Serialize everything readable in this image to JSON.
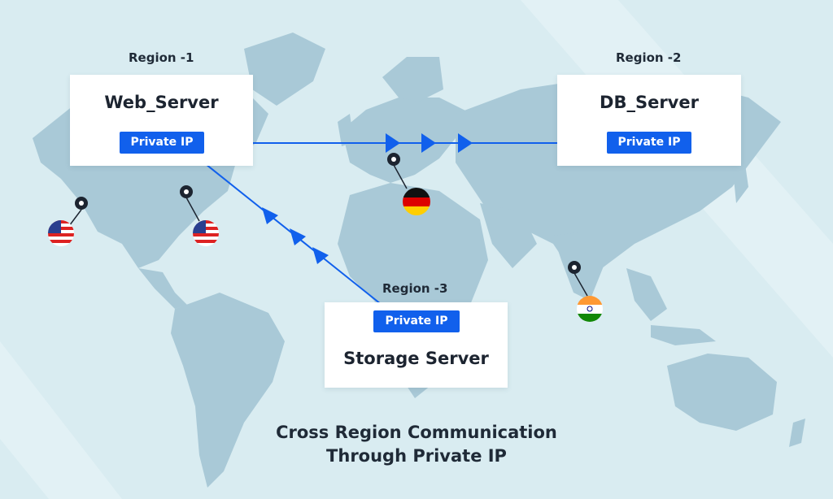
{
  "regions": {
    "region1": {
      "label": "Region -1",
      "server": "Web_Server",
      "ip_label": "Private IP"
    },
    "region2": {
      "label": "Region -2",
      "server": "DB_Server",
      "ip_label": "Private IP"
    },
    "region3": {
      "label": "Region -3",
      "server": "Storage Server",
      "ip_label": "Private IP"
    }
  },
  "caption": {
    "line1": "Cross Region Communication",
    "line2": "Through Private IP"
  },
  "markers": [
    {
      "flag": "usa-flag-icon"
    },
    {
      "flag": "usa-flag-icon"
    },
    {
      "flag": "germany-flag-icon"
    },
    {
      "flag": "india-flag-icon"
    }
  ],
  "colors": {
    "background": "#d9ecf1",
    "land": "#a9c9d7",
    "connector": "#1160ec",
    "card": "#ffffff",
    "text": "#1f2a37"
  }
}
